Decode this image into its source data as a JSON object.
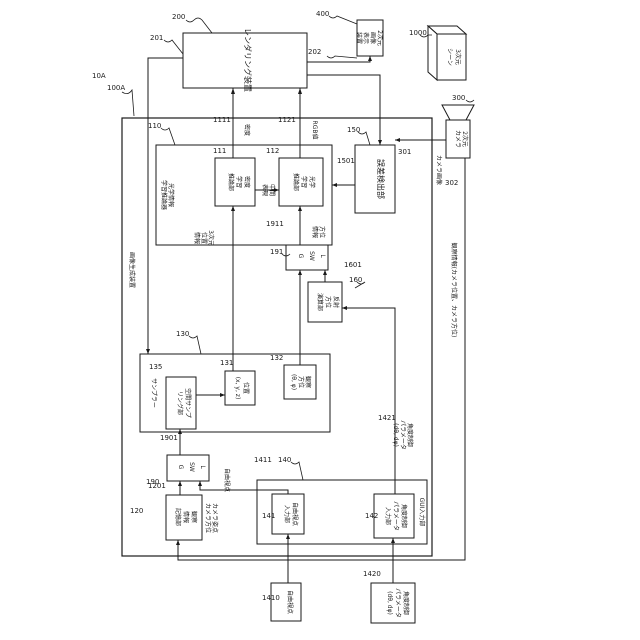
{
  "refs": {
    "r10A": "10A",
    "r100A": "100A",
    "r110": "110",
    "r111": "111",
    "r112": "112",
    "r1111": "1111",
    "r1121": "1121",
    "r120": "120",
    "r1201": "1201",
    "r130": "130",
    "r131": "131",
    "r132": "132",
    "r135": "135",
    "r140": "140",
    "r141": "141",
    "r1411": "1411",
    "r142": "142",
    "r1421": "1421",
    "r150": "150",
    "r1501": "1501",
    "r160": "160",
    "r1601": "1601",
    "r190": "190",
    "r1901": "1901",
    "r191": "191",
    "r1911": "1911",
    "r200": "200",
    "r201": "201",
    "r202": "202",
    "r300": "300",
    "r301": "301",
    "r302": "302",
    "r400": "400",
    "r1000": "1000",
    "r1410": "1410",
    "r1420": "1420"
  },
  "labels": {
    "rendering": "レンダリング装置",
    "display": [
      "2次元",
      "画像",
      "表示",
      "装置"
    ],
    "scene": [
      "3次元",
      "シーン"
    ],
    "camera": [
      "2次元",
      "カメラ"
    ],
    "camera_image": "カメラ画像",
    "observation_info": "観察情報(カメラ位置、カメラ方位)",
    "image_gen": "画像生成装置",
    "optical_learning": [
      "光学情報",
      "学習推論器"
    ],
    "density_learn": [
      "密度",
      "学習",
      "推論部"
    ],
    "optical_learn": [
      "光学",
      "学習",
      "推論部"
    ],
    "intermediate": [
      "中間",
      "表現"
    ],
    "density": "密度",
    "rgb": "RGB値",
    "error_calc": "誤差検出部",
    "pos3d": [
      "3次元",
      "位置",
      "情報"
    ],
    "direction_info": [
      "方位",
      "情報"
    ],
    "lswg_a": [
      "L",
      "SW",
      "G"
    ],
    "lswg_b": [
      "L",
      "SW",
      "G"
    ],
    "reflect": [
      "反射",
      "方位",
      "演算部"
    ],
    "sampler": "サンプラー",
    "spatial_sampling": [
      "空間サンプ",
      "リング部"
    ],
    "position": [
      "位置",
      "(x, y, z)"
    ],
    "view_dir": [
      "観察",
      "方位",
      "(θ, φ)"
    ],
    "angle_ctrl": [
      "角度制御",
      "パラメータ",
      "(dθ, dφ)"
    ],
    "free_view": "自由視点",
    "obs_storage": [
      "観察",
      "情報",
      "記憶部"
    ],
    "cam_pos_dir": [
      "カメラ姿点",
      "カメラ方位"
    ],
    "free_view_input": [
      "自由視点",
      "入力部"
    ],
    "angle_param_input": [
      "角度制御",
      "パラメータ",
      "入力部"
    ],
    "gui_input": "GUI入力部",
    "free_view_src": "自由視点",
    "angle_param_src": [
      "角度制御",
      "パラメータ",
      "(dθ, dφ)"
    ]
  }
}
